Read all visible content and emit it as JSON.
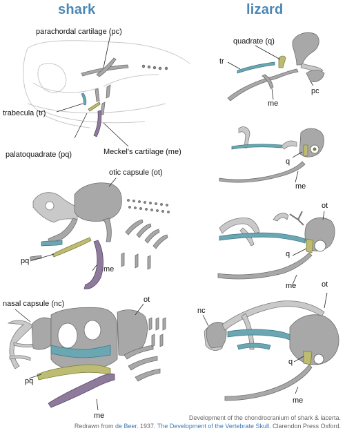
{
  "titles": {
    "shark": "shark",
    "lizard": "lizard"
  },
  "labels": {
    "parachordal": "parachordal cartilage (pc)",
    "trabecula": "trabecula (tr)",
    "palatoquadrate": "palatoquadrate (pq)",
    "meckel": "Meckel's cartilage (me)",
    "otic": "otic capsule (ot)",
    "pq2": "pq",
    "me2": "me",
    "nasal": "nasal capsule (nc)",
    "ot3": "ot",
    "pq3": "pq",
    "me3": "me",
    "l_quadrate": "quadrate (q)",
    "l_tr": "tr",
    "l_pc": "pc",
    "l_me1": "me",
    "l_q2": "q",
    "l_me2": "me",
    "l_ot3": "ot",
    "l_q3": "q",
    "l_me3": "me",
    "l_ot4": "ot",
    "l_nc": "nc",
    "l_q4": "q",
    "l_me4": "me"
  },
  "caption": {
    "line1": "Development of the chondrocranium of shark & lacerta.",
    "line2_prefix": "Redrawn from ",
    "line2_author": "de Beer",
    "line2_middle": ". 1937. ",
    "line2_book": "The Development of the Vertebrate Skull",
    "line2_suffix": ". Clarendon Press Oxford."
  },
  "colors": {
    "title": "#4a86b4",
    "trabecula": "#6aa7b3",
    "palatoquadrate": "#b8b86e",
    "meckel": "#8e7a9a",
    "bone": "#9a9a9a",
    "outline": "#c8c8c8"
  }
}
